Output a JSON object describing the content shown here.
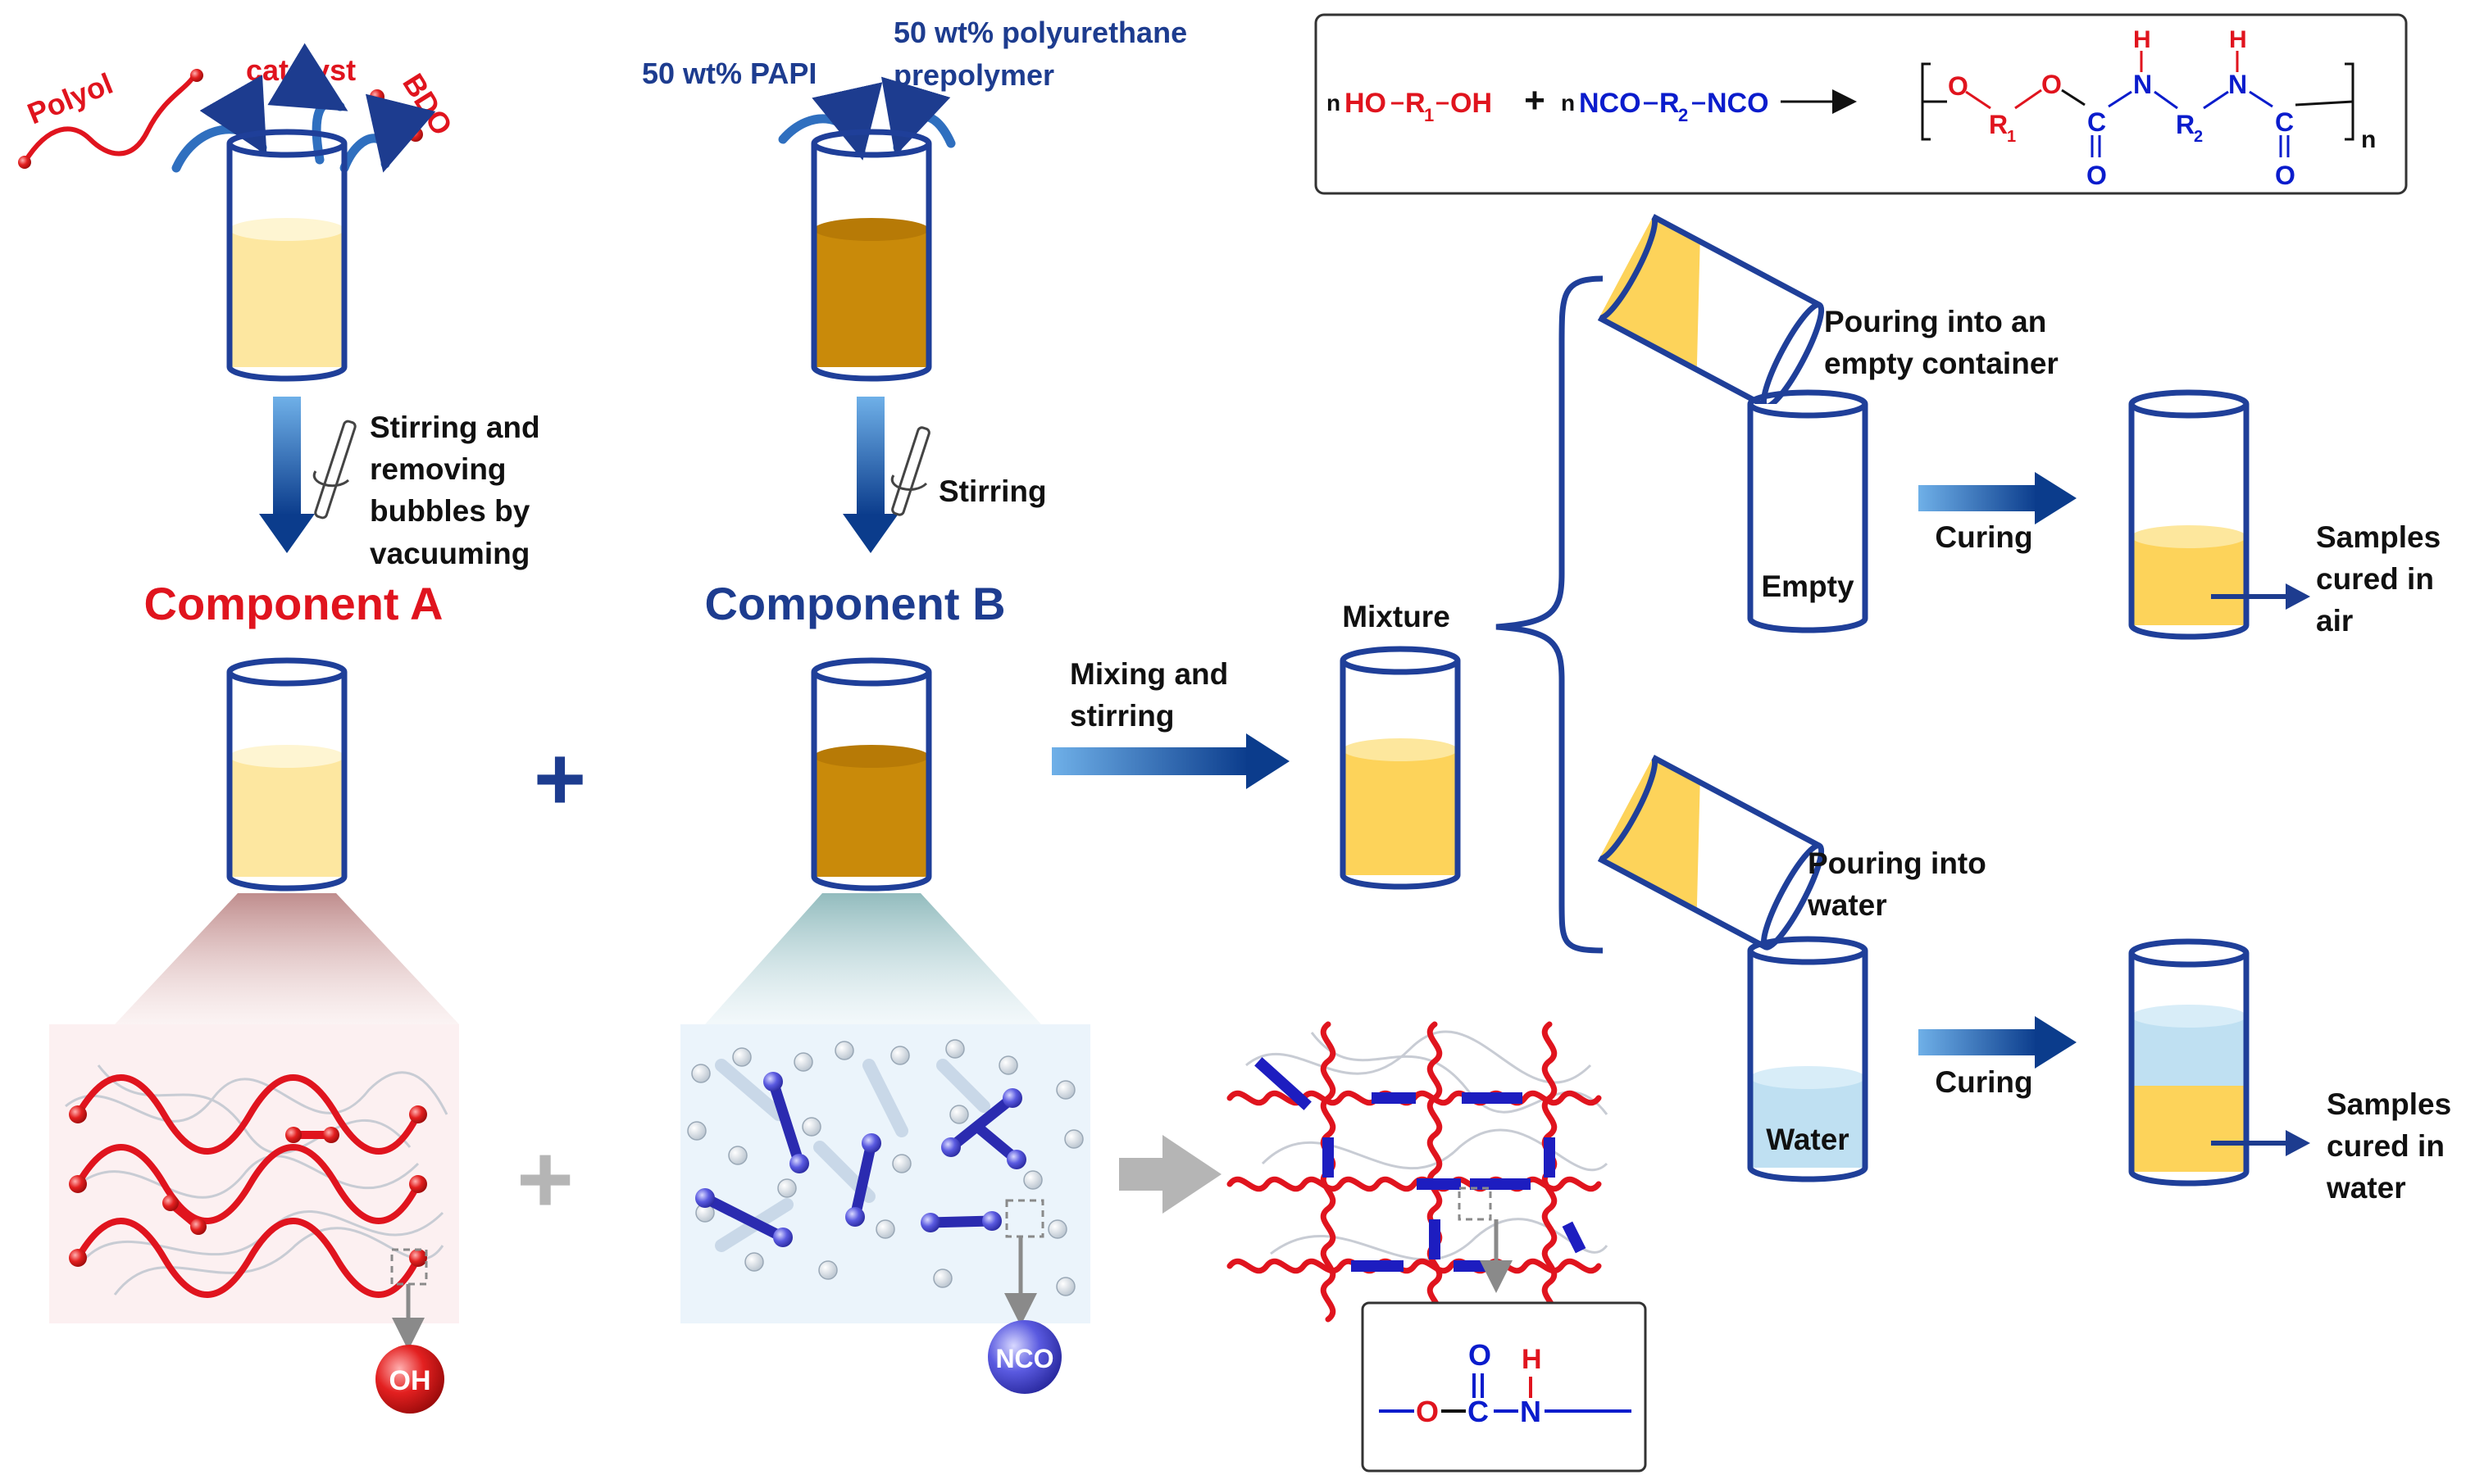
{
  "component_a": {
    "title": "Component A",
    "ingredients": {
      "polyol": "Polyol",
      "catalyst": "catalyst",
      "bdo": "BDO"
    },
    "step_lines": [
      "Stirring and",
      "removing",
      "bubbles by",
      "vacuuming"
    ],
    "group_label": "OH"
  },
  "component_b": {
    "title": "Component B",
    "ingredient_1": "50 wt% PAPI",
    "ingredient_2_lines": [
      "50 wt% polyurethane",
      "prepolymer"
    ],
    "step": "Stirring",
    "group_label": "NCO"
  },
  "mixing": {
    "step_lines": [
      "Mixing and",
      "stirring"
    ],
    "mixture_label": "Mixture"
  },
  "air_route": {
    "pour_lines": [
      "Pouring into an",
      "empty container"
    ],
    "container_label": "Empty",
    "curing": "Curing",
    "result_lines": [
      "Samples",
      "cured in",
      "air"
    ]
  },
  "water_route": {
    "pour_lines": [
      "Pouring into",
      "water"
    ],
    "container_label": "Water",
    "curing": "Curing",
    "result_lines": [
      "Samples",
      "cured in",
      "water"
    ]
  },
  "reaction": {
    "n1": "n",
    "ho": "HO",
    "r1": "R",
    "r1_sub": "1",
    "oh": "OH",
    "plus": "+",
    "n2": "n",
    "nco1": "NCO",
    "r2": "R",
    "r2_sub": "2",
    "nco2": "NCO",
    "product": {
      "o_left": "O",
      "r1": "R",
      "r1_sub": "1",
      "o_ester": "O",
      "c1": "C",
      "o_carbonyl1": "O",
      "n_a": "N",
      "h_a": "H",
      "r2": "R",
      "r2_sub": "2",
      "n_b": "N",
      "h_b": "H",
      "c2": "C",
      "o_carbonyl2": "O",
      "n_repeat": "n"
    }
  },
  "urethane_linkage": {
    "o": "O",
    "c": "C",
    "o_top": "O",
    "n": "N",
    "h": "H"
  },
  "colors": {
    "red": "#e0141e",
    "blue": "#1d3c8f",
    "bright_blue": "#0a1ccc",
    "component_b_liquid": "#c98a0a",
    "component_a_liquid": "#fde7a0",
    "mixture_liquid": "#fdd35a",
    "water": "#bfe0f2"
  }
}
